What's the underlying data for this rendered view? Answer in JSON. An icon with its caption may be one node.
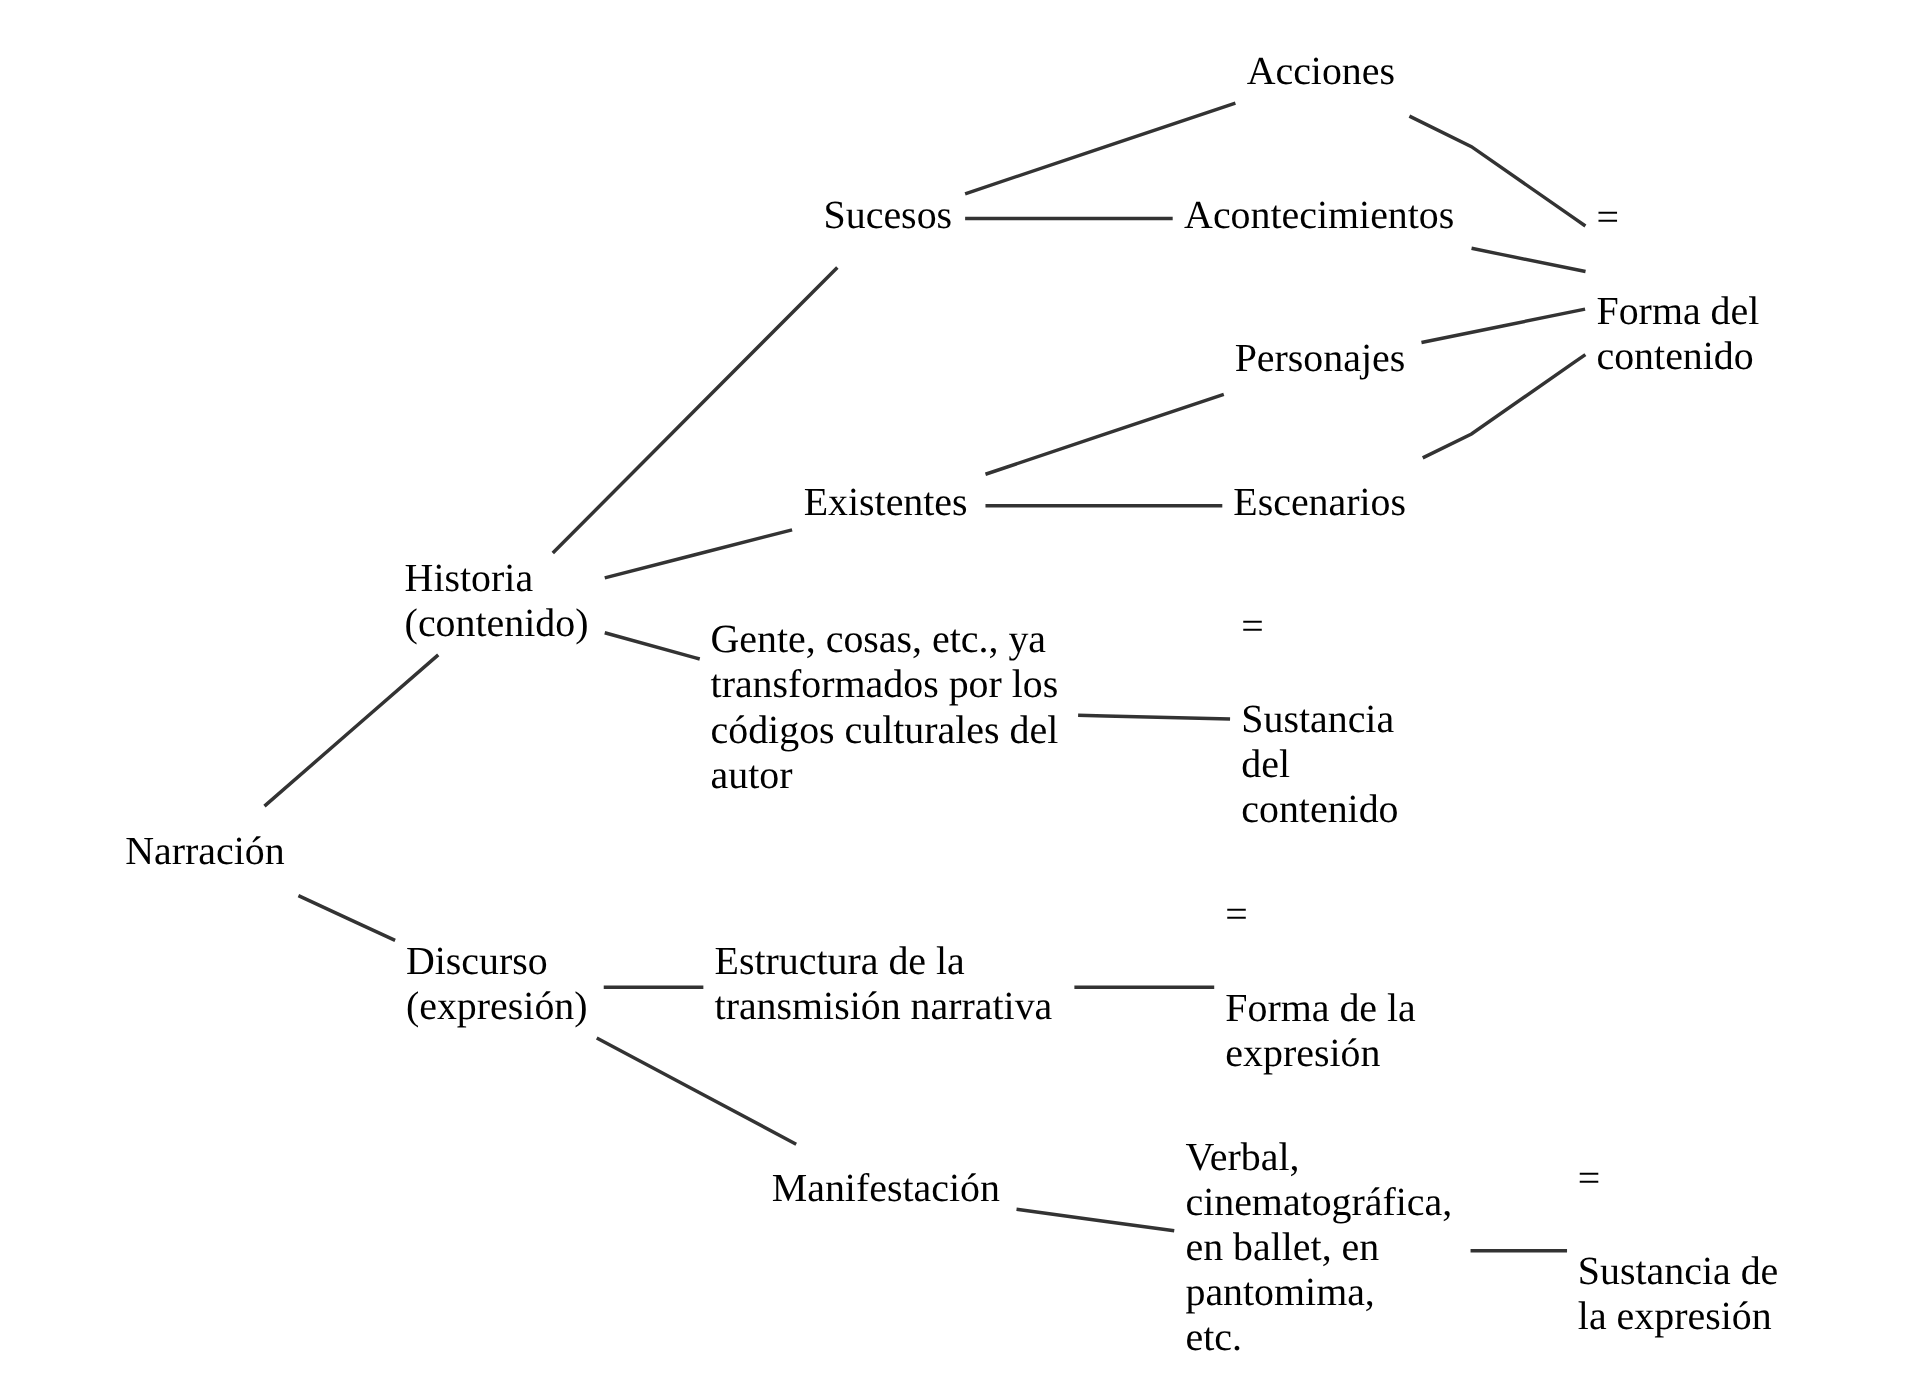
{
  "diagram": {
    "nodes": [
      {
        "text": [
          "Narración"
        ]
      },
      {
        "text": [
          "Historia (contenido)"
        ]
      },
      {
        "text": [
          "Discurso (expresión)"
        ]
      },
      {
        "text": [
          "Sucesos"
        ]
      },
      {
        "text": [
          "Existentes"
        ]
      },
      {
        "text": [
          "Gente, cosas, etc., ya transformados por los códigos culturales del autor"
        ]
      },
      {
        "text": [
          "Acciones"
        ]
      },
      {
        "text": [
          "Acontecimientos"
        ]
      },
      {
        "text": [
          "Personajes"
        ]
      },
      {
        "text": [
          "Escenarios"
        ]
      },
      {
        "text": [
          "=",
          "Forma del contenido"
        ]
      },
      {
        "text": [
          "=",
          "Sustancia del contenido"
        ]
      },
      {
        "text": [
          "Estructura de la transmisión narrativa"
        ]
      },
      {
        "text": [
          "Manifestación"
        ]
      },
      {
        "text": [
          "Verbal, cinematográfica, en ballet, en pantomima, etc."
        ]
      },
      {
        "text": [
          "=",
          "Forma de la expresión"
        ]
      },
      {
        "text": [
          "=",
          "Sustancia de la expresión"
        ]
      }
    ],
    "edges": [
      {
        "from": 0,
        "to": 1,
        "arrow": "none"
      },
      {
        "from": 0,
        "to": 2,
        "arrow": "none"
      },
      {
        "from": 1,
        "to": 3,
        "arrow": "none"
      },
      {
        "from": 1,
        "to": 4,
        "arrow": "none"
      },
      {
        "from": 1,
        "to": 5,
        "arrow": "none"
      },
      {
        "from": 3,
        "to": 6,
        "arrow": "none"
      },
      {
        "from": 3,
        "to": 7,
        "arrow": "none"
      },
      {
        "from": 4,
        "to": 8,
        "arrow": "none"
      },
      {
        "from": 4,
        "to": 9,
        "arrow": "none"
      },
      {
        "from": 6,
        "to": 10,
        "arrow": "none"
      },
      {
        "from": 7,
        "to": 10,
        "arrow": "none"
      },
      {
        "from": 8,
        "to": 10,
        "arrow": "none"
      },
      {
        "from": 9,
        "to": 10,
        "arrow": "none"
      },
      {
        "from": 5,
        "to": 11,
        "arrow": "none"
      },
      {
        "from": 2,
        "to": 12,
        "arrow": "none"
      },
      {
        "from": 2,
        "to": 13,
        "arrow": "none"
      },
      {
        "from": 13,
        "to": 14,
        "arrow": "none"
      },
      {
        "from": 12,
        "to": 15,
        "arrow": "none"
      },
      {
        "from": 14,
        "to": 16,
        "arrow": "none"
      }
    ]
  }
}
